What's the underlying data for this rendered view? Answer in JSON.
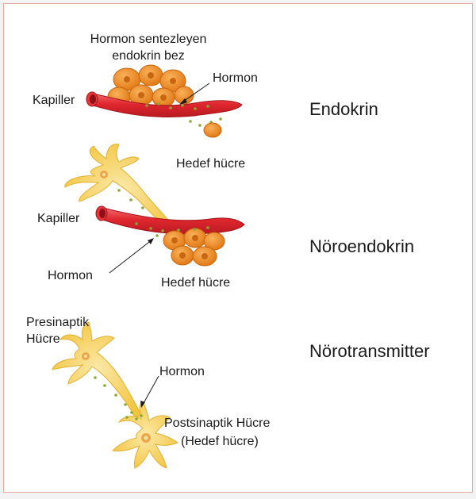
{
  "endocrine": {
    "gland_label_line1": "Hormon sentezleyen",
    "gland_label_line2": "endokrin bez",
    "hormone_label": "Hormon",
    "capillary_label": "Kapiller",
    "target_label": "Hedef hücre",
    "mode_title": "Endokrin"
  },
  "neuroendocrine": {
    "capillary_label": "Kapiller",
    "hormone_label": "Hormon",
    "target_label": "Hedef hücre",
    "mode_title": "Nöroendokrin"
  },
  "neurotransmitter": {
    "presynaptic_line1": "Presinaptik",
    "presynaptic_line2": "Hücre",
    "hormone_label": "Hormon",
    "postsynaptic_line1": "Postsinaptik Hücre",
    "postsynaptic_line2": "(Hedef hücre)",
    "mode_title": "Nörotransmitter"
  },
  "colors": {
    "vessel": "#e0262e",
    "vessel_dark": "#a4141b",
    "gland_cell": "#f08a1c",
    "neuron": "#f7cf55",
    "granule": "#8aa832"
  }
}
